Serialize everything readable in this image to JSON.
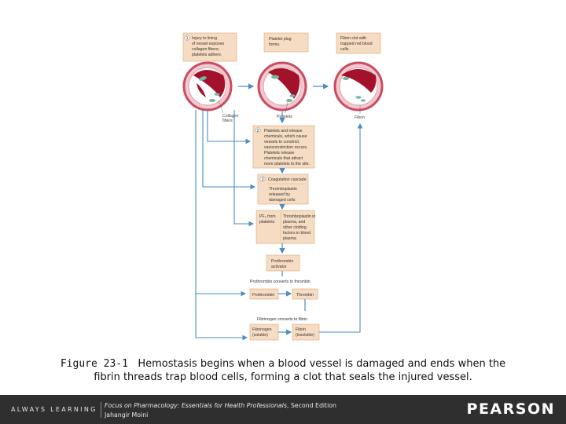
{
  "diagram": {
    "panel1_text": [
      "Injury to lining",
      "of vessel exposes",
      "collagen fibers;",
      "platelets adhere."
    ],
    "panel2_text": [
      "Platelet plug",
      "forms."
    ],
    "panel3_text": [
      "Fibrin clot with",
      "trapped red blood",
      "cells."
    ],
    "label_collagen": [
      "Collagen",
      "fibers"
    ],
    "label_platelets": "Platelets",
    "label_fibrin": "Fibrin",
    "step1_num": "1",
    "step2_num": "2",
    "step3_num": "3",
    "step2_text": [
      "Platelets and release",
      "chemicals, which cause",
      "vessels to constrict;",
      "vasoconstriction occurs.",
      "Platelets release",
      "chemicals that attract",
      "more platelets to the site."
    ],
    "step3_text": [
      "Coagulation cascade"
    ],
    "thromboplastin_damaged": [
      "Thromboplastin",
      "released by",
      "damaged cells"
    ],
    "pf3_text": [
      "PF₃ from",
      "platelets"
    ],
    "thromboplastin_plasma": [
      "Thromboplastin in",
      "plasma, and",
      "other clotting",
      "factors in blood",
      "plasma"
    ],
    "prothrombin_activator": [
      "Prothrombin",
      "activator"
    ],
    "prothrombin_converts": "Prothrombin converts to thrombin",
    "prothrombin": "Prothrombin",
    "thrombin": "Thrombin",
    "fibrinogen_converts": "Fibrinogen converts to fibrin",
    "fibrinogen": [
      "Fibrinogen",
      "(soluble)"
    ],
    "fibrin": [
      "Fibrin",
      "(insoluble)"
    ]
  },
  "caption": {
    "figure_label": "Figure 23-1",
    "text_line1": "Hemostasis begins when a blood vessel is damaged and ends when the",
    "text_line2": "fibrin threads trap blood cells, forming a clot that seals the injured vessel."
  },
  "footer": {
    "always_learning": "ALWAYS LEARNING",
    "book_title": "Focus on Pharmacology: Essentials for Health Professionals",
    "edition": ", Second Edition",
    "author": "Jahangir Moini",
    "brand": "PEARSON"
  },
  "colors": {
    "box_fill": "#f6dcc2",
    "box_stroke": "#d9a679",
    "arrow": "#4a8cc4",
    "vessel_wall": "#c94d61",
    "vessel_inner": "#f2c9cf",
    "blood": "#a3112b",
    "platelet": "#6fb89f",
    "footer_bg": "#2f2f2f"
  }
}
